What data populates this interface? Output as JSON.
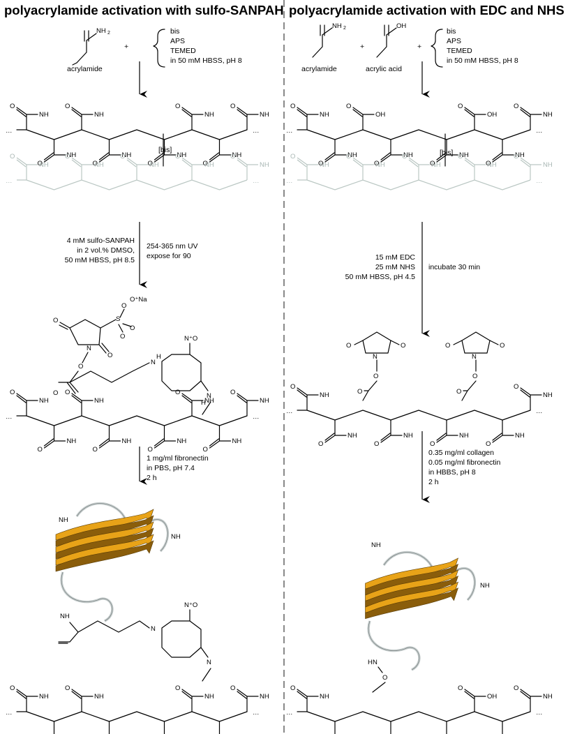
{
  "left": {
    "title": "polyacrylamide activation with sulfo-SANPAH",
    "monomer_label": "acrylamide",
    "reagents": [
      "bis",
      "APS",
      "TEMED",
      "in 50 mM HBSS, pH 8"
    ],
    "crosslink_label": "[bis]",
    "step2_left": [
      "4 mM sulfo-SANPAH",
      "in 2 vol.% DMSO,",
      "50 mM HBSS, pH 8.5"
    ],
    "step2_right": [
      "254-365 nm UV",
      "expose for 90"
    ],
    "sanpah_atoms": {
      "sulfonate": "O⁺Na",
      "nitro": "N⁺O",
      "amine": "N",
      "hydrazine": "N"
    },
    "step3": [
      "1 mg/ml fibronectin",
      "in PBS, pH 7.4",
      "2 h"
    ]
  },
  "right": {
    "title": "polyacrylamide activation with EDC and NHS",
    "monomer_labels": [
      "acrylamide",
      "acrylic acid"
    ],
    "reagents": [
      "bis",
      "APS",
      "TEMED",
      "in 50 mM HBSS, pH 8"
    ],
    "crosslink_label": "[bis]",
    "step2_left": [
      "15 mM EDC",
      "25 mM NHS",
      "50 mM HBSS, pH 4.5"
    ],
    "step2_right": [
      "incubate 30 min"
    ],
    "step3": [
      "0.35 mg/ml collagen",
      "0.05 mg/ml fibronectin",
      "in HBBS, pH 8",
      "2 h"
    ]
  },
  "atom_labels": {
    "amide": "NH",
    "amide_sub": "2",
    "amide_rev": "H",
    "acid": "OH",
    "o": "O",
    "n": "N",
    "s": "S",
    "h": "H"
  },
  "colors": {
    "ink": "#000000",
    "faint_polymer": "#bac7c3",
    "protein_gold": "#e8a318",
    "protein_dark": "#8a5d0b",
    "loop": "#c8cfcf",
    "divider": "#888888"
  }
}
